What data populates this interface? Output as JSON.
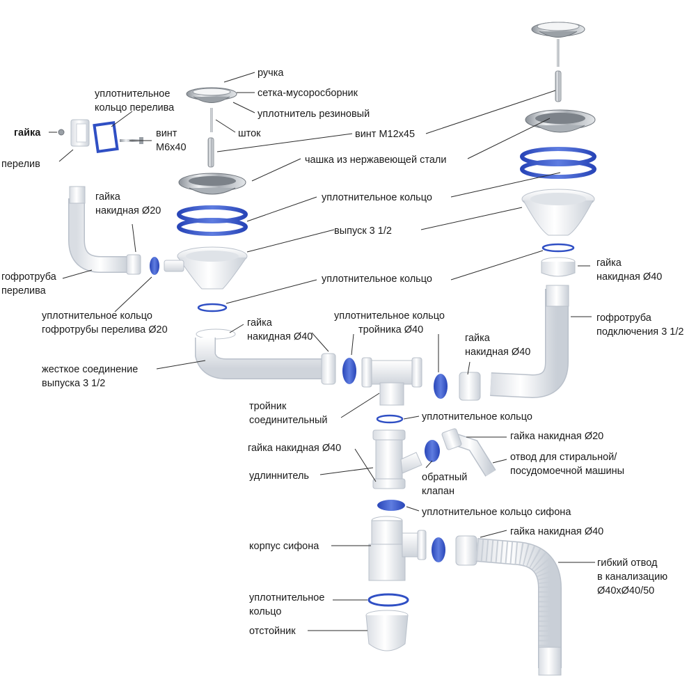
{
  "colors": {
    "plastic": "#f2f4f7",
    "plastic_edge": "#b9c0ca",
    "steel": "#c4c8cd",
    "steel_dark": "#6e747b",
    "seal_blue": "#2f4fc4",
    "seal_light": "#5f7de0",
    "text": "#1a1a1a"
  },
  "labels": {
    "handle": "ручка",
    "strainer": "сетка-мусоросборник",
    "rubber_seal": "уплотнитель резиновый",
    "rod": "шток",
    "overflow_ring": [
      "уплотнительное",
      "кольцо перелива"
    ],
    "nut_small": "гайка",
    "screw_m6": [
      "винт",
      "М6х40"
    ],
    "overflow": "перелив",
    "screw_m12": "винт М12х45",
    "steel_cup": "чашка из нержавеющей стали",
    "sealing_ring_1": "уплотнительное кольцо",
    "cap_nut_20_left": [
      "гайка",
      "накидная Ø20"
    ],
    "outlet_3_5": "выпуск 3 1/2",
    "corrugated_overflow": [
      "гофротруба",
      "перелива"
    ],
    "sealing_ring_2": "уплотнительное кольцо",
    "corr_overflow_ring": [
      "уплотнительное кольцо",
      "гофротрубы перелива Ø20"
    ],
    "cap_nut_40_right_top": [
      "гайка",
      "накидная Ø40"
    ],
    "corrugated_connection": [
      "гофротруба",
      "подключения 3 1/2"
    ],
    "cap_nut_40_left": [
      "гайка",
      "накидная Ø40"
    ],
    "tee_ring": [
      "уплотнительное кольцо",
      "тройника Ø40"
    ],
    "cap_nut_40_mid": [
      "гайка",
      "накидная Ø40"
    ],
    "rigid_connection": [
      "жесткое соединение",
      "выпуска 3 1/2"
    ],
    "tee": [
      "тройник",
      "соединительный"
    ],
    "sealing_ring_3": "уплотнительное кольцо",
    "cap_nut_40_ext": "гайка накидная Ø40",
    "cap_nut_20_right": "гайка накидная Ø20",
    "extender": "удлиннитель",
    "washer_outlet": [
      "отвод для стиральной/",
      "посудомоечной машины"
    ],
    "check_valve": [
      "обратный",
      "клапан"
    ],
    "siphon_ring": "уплотнительное кольцо сифона",
    "siphon_body": "корпус сифона",
    "cap_nut_40_bottom": "гайка накидная Ø40",
    "flex_outlet": [
      "гибкий отвод",
      "в канализацию",
      "Ø40хØ40/50"
    ],
    "sealing_ring_4": [
      "уплотнительное",
      "кольцо"
    ],
    "sump": "отстойник"
  }
}
